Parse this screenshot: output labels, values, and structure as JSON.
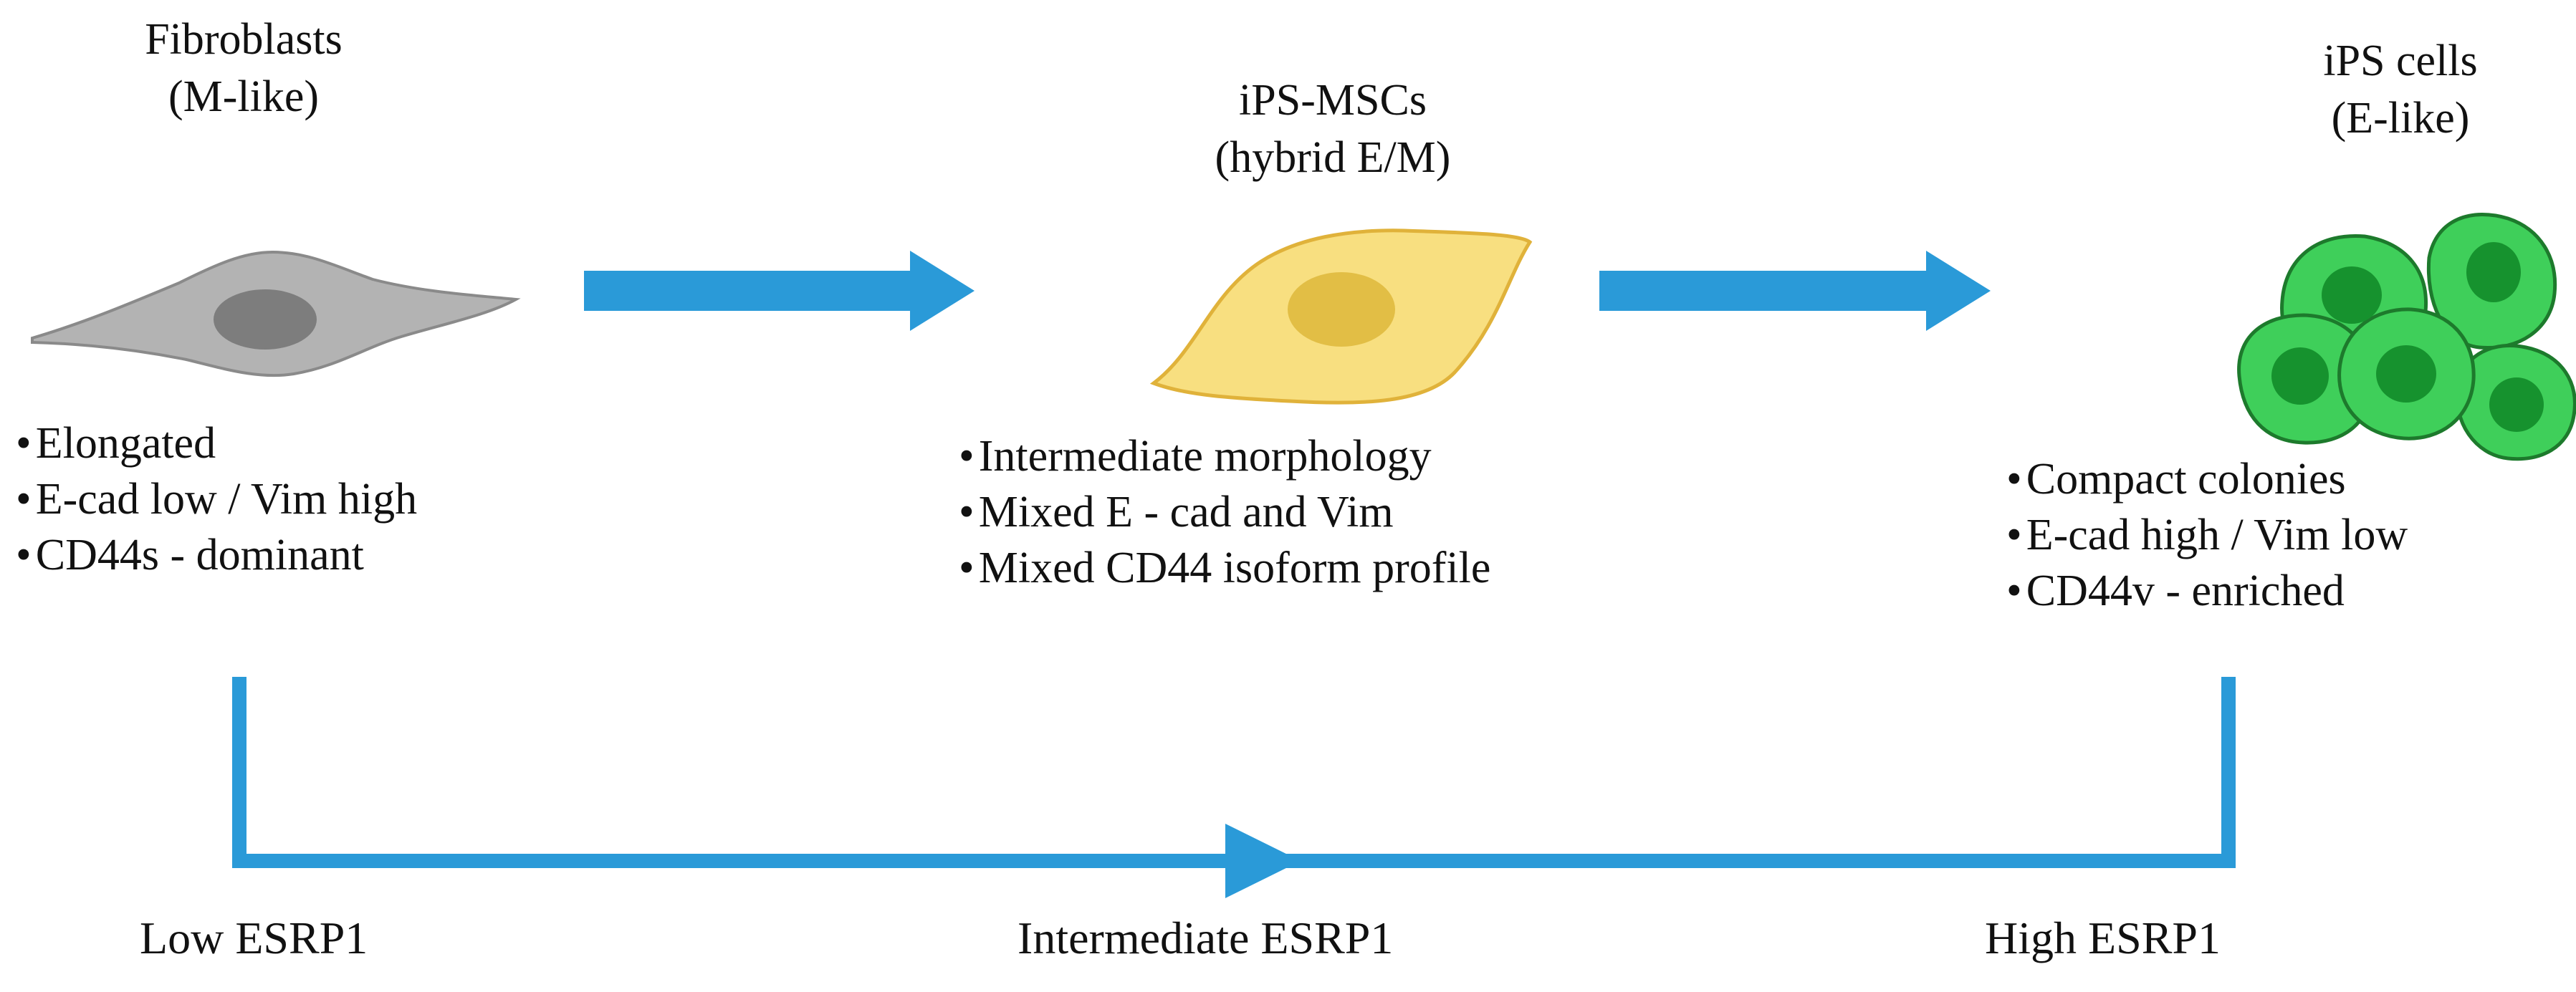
{
  "stages": [
    {
      "name": "Fibroblasts",
      "state": "(M-like)",
      "features": [
        "Elongated",
        "E-cad low / Vim high",
        "CD44s - dominant"
      ],
      "esrp1": "Low ESRP1"
    },
    {
      "name": "iPS-MSCs",
      "state": "(hybrid E/M)",
      "features": [
        "Intermediate morphology",
        "Mixed E - cad and Vim",
        "Mixed CD44 isoform profile"
      ],
      "esrp1": "Intermediate ESRP1"
    },
    {
      "name": "iPS cells",
      "state": "(E-like)",
      "features": [
        "Compact colonies",
        "E-cad high / Vim low",
        "CD44v - enriched"
      ],
      "esrp1": "High ESRP1"
    }
  ],
  "colors": {
    "arrow": "#2a9ad8",
    "fibroblast_body": "#b3b3b3",
    "fibroblast_nucleus": "#7d7d7d",
    "msc_body": "#f8df80",
    "msc_nucleus": "#e2be45",
    "ips_body": "#3fcf5a",
    "ips_nucleus": "#16922e"
  }
}
